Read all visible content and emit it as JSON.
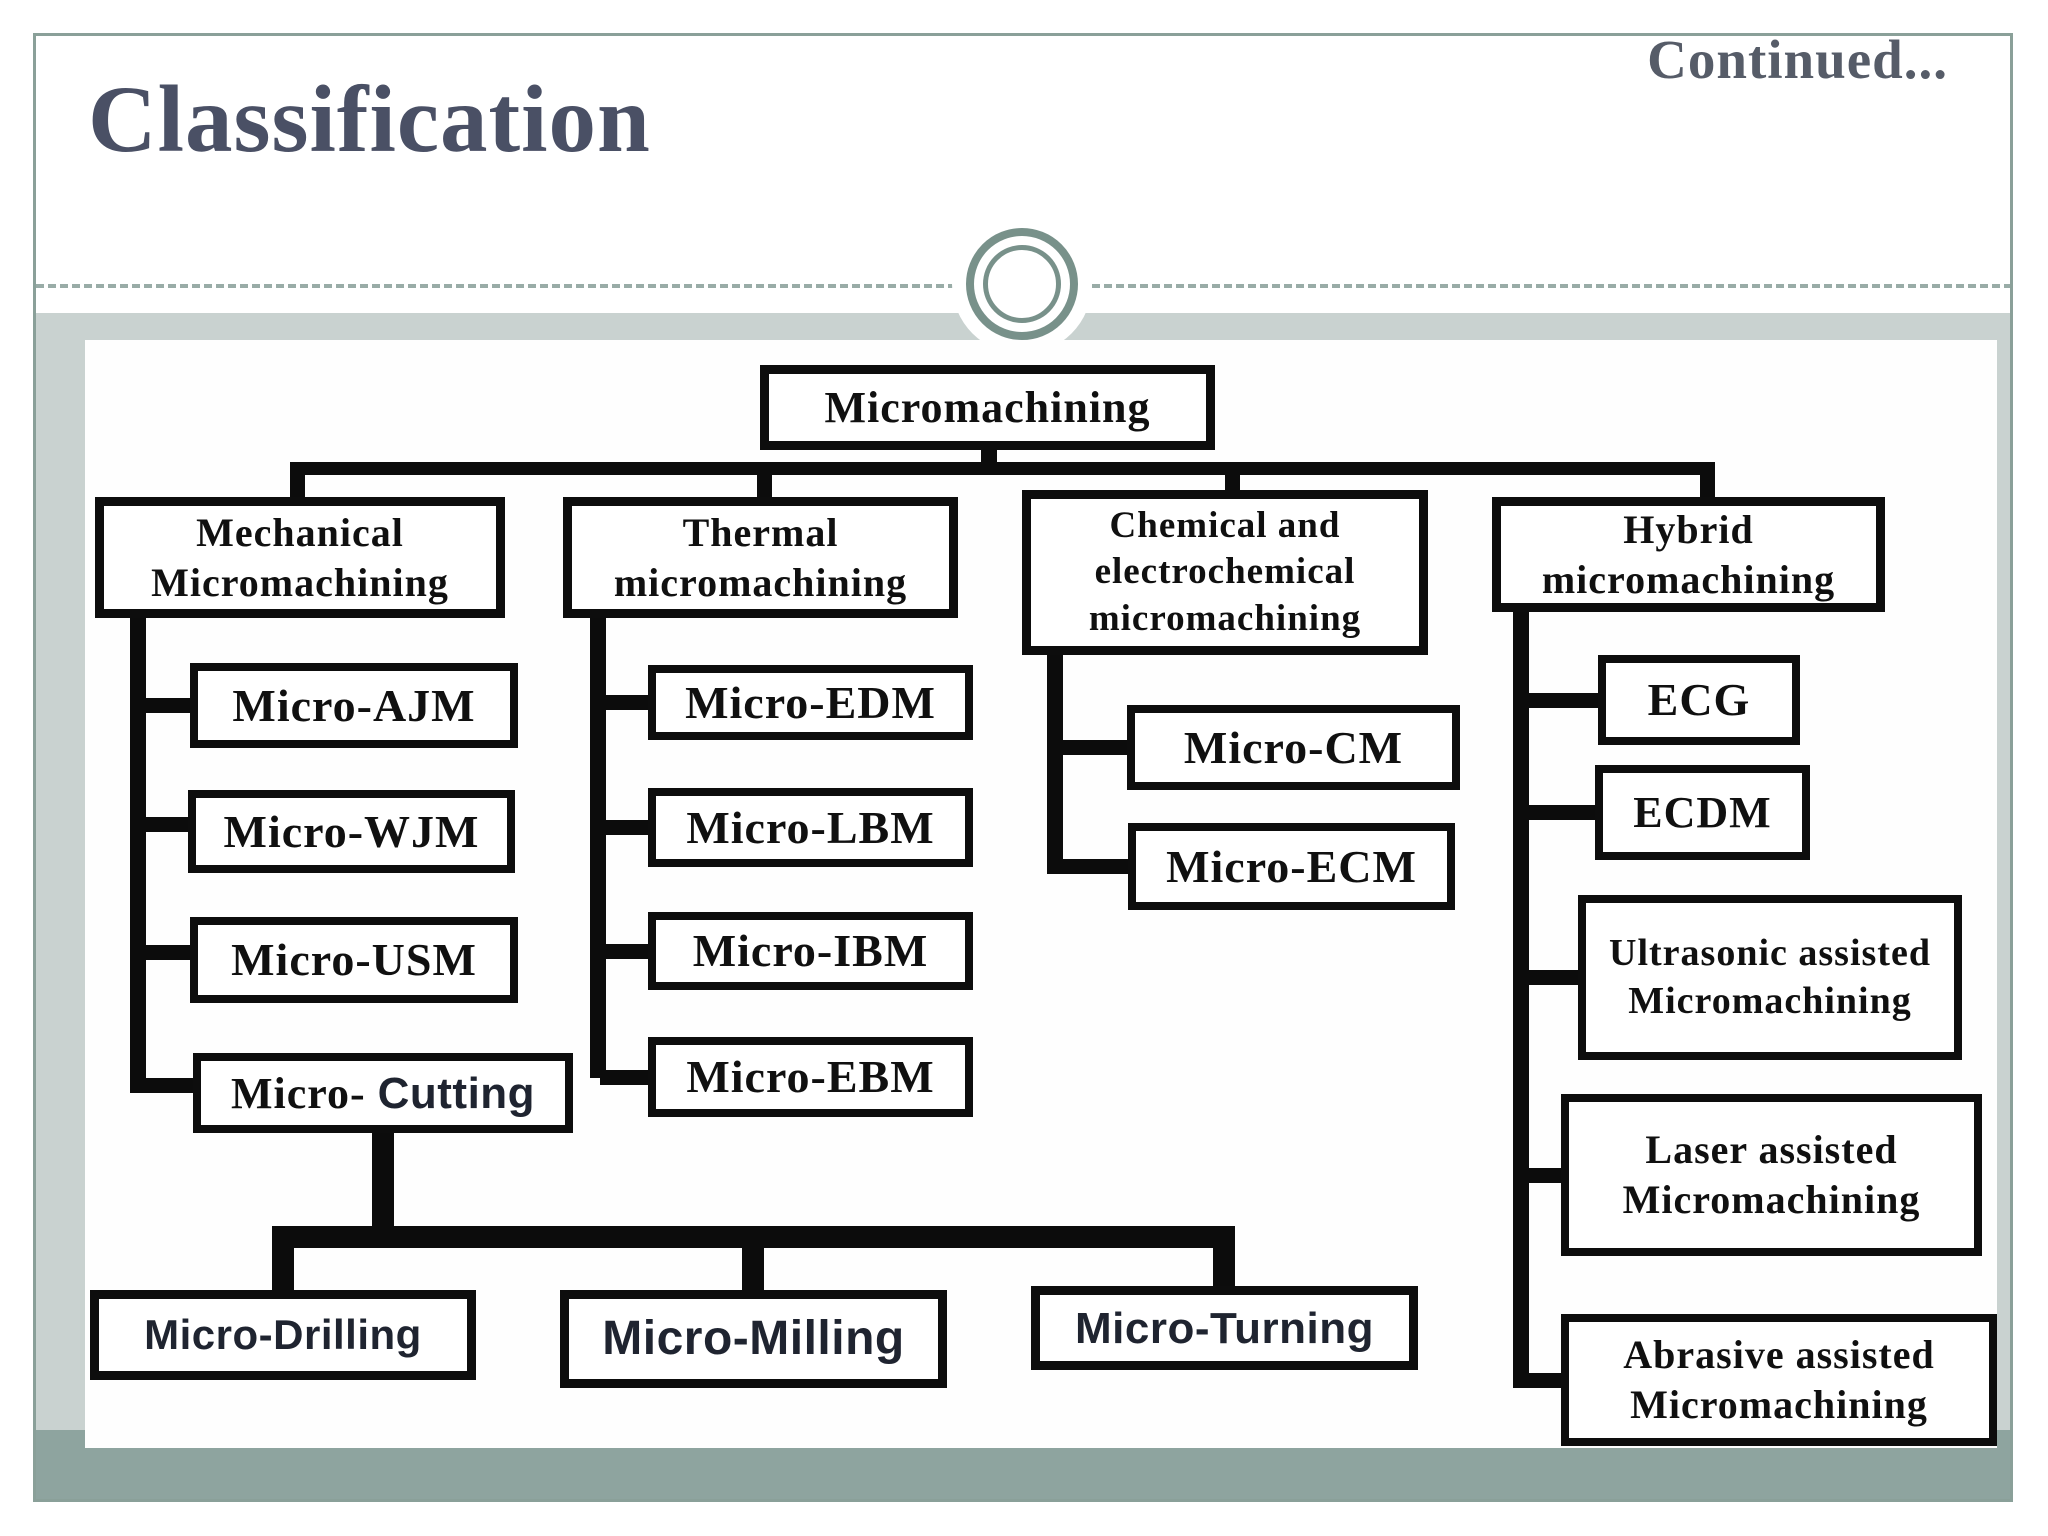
{
  "header": {
    "title": "Classification",
    "continued": "Continued..."
  },
  "colors": {
    "title_text": "#4a5065",
    "continued_text": "#565c68",
    "accent_ring": "#78918a",
    "frame": "#8aa099",
    "band_light": "#c9d2d0",
    "band_dark": "#8ea49f",
    "box_border": "#0d0d0d",
    "box_text": "#101010",
    "line": "#0c0c0c"
  },
  "diagram": {
    "nodes": {
      "root": "Micromachining",
      "mechanical": "Mechanical Micromachining",
      "thermal": "Thermal micromachining",
      "chemical": "Chemical and electrochemical micromachining",
      "hybrid": "Hybrid micromachining",
      "ajm": "Micro-AJM",
      "wjm": "Micro-WJM",
      "usm": "Micro-USM",
      "cutting_prefix": "Micro-",
      "cutting_word": "Cutting",
      "edm": "Micro-EDM",
      "lbm": "Micro-LBM",
      "ibm": "Micro-IBM",
      "ebm": "Micro-EBM",
      "cm": "Micro-CM",
      "ecm": "Micro-ECM",
      "ecg": "ECG",
      "ecdm": "ECDM",
      "ultrasonic": "Ultrasonic assisted Micromachining",
      "laser": "Laser assisted Micromachining",
      "abrasive": "Abrasive assisted Micromachining",
      "drilling": "Micro-Drilling",
      "milling": "Micro-Milling",
      "turning": "Micro-Turning"
    }
  }
}
